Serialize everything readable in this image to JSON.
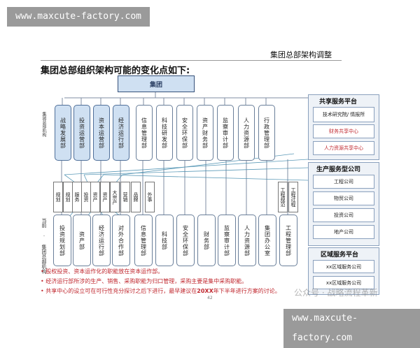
{
  "watermark": {
    "top": "www.maxcute-factory.com",
    "bottom": "www.maxcute-factory.com",
    "overlay": "公众号 · 战略流程革新"
  },
  "header": {
    "section": "集团总部架构调整"
  },
  "title": "集团总部组织架构可能的变化点如下:",
  "group_box": "集团",
  "hq_row_label": "集团总部机构",
  "hq_units": [
    "战略发展部",
    "投资运营部",
    "资本运营部",
    "经济运行部",
    "信息管理部",
    "科技研发部",
    "安全环保部",
    "资产财务部",
    "监察审计部",
    "人力资源部",
    "行政管理部"
  ],
  "shared_panel": {
    "title": "共享服务平台",
    "items": [
      {
        "label": "技术研究院/ 情报所",
        "style": "normal"
      },
      {
        "label": "财务共享中心",
        "style": "red"
      },
      {
        "label": "人力资源共享中心",
        "style": "red"
      }
    ]
  },
  "production_panel": {
    "title": "生产服务型公司",
    "items": [
      "工程公司",
      "物贸公司",
      "投资公司",
      "地产公司"
    ]
  },
  "regional_panel": {
    "title": "区域服务平台",
    "items": [
      "xx区域服务公司",
      "xx区域服务公司"
    ]
  },
  "small_units": [
    "规划",
    "规划",
    "服务",
    "投资",
    "资产",
    "资产",
    "大宗产",
    "营销",
    "品牌",
    "外事",
    "工程规范",
    "工程过程"
  ],
  "current_row_label": "当前 · 集团总部机构",
  "current_units": [
    "投资规划部",
    "资产部",
    "经济运行部",
    "对外合作部",
    "信息管理部",
    "科技部",
    "安全环保部",
    "财务部",
    "监察审计部",
    "人力资源部",
    "集团办公室",
    "工程管理部"
  ],
  "bullets": [
    {
      "text": "股权投资、资本运作化的职能放在资本运作部。"
    },
    {
      "text": "经济运行部所涉的生产、销售、采购职能为归口管理，采购主要是集中采购职能。"
    },
    {
      "pre": "共享中心的设立可在可行性充分探讨之后下进行，最早建议在",
      "strong": "20XX",
      "post": "年下半年进行方案的讨论。"
    }
  ],
  "page_number": "42",
  "colors": {
    "blue_fill": "#cfe0f2",
    "panel_fill": "#eef2f7",
    "red": "#c0282f",
    "watermark_bg": "#9a9a9a"
  }
}
